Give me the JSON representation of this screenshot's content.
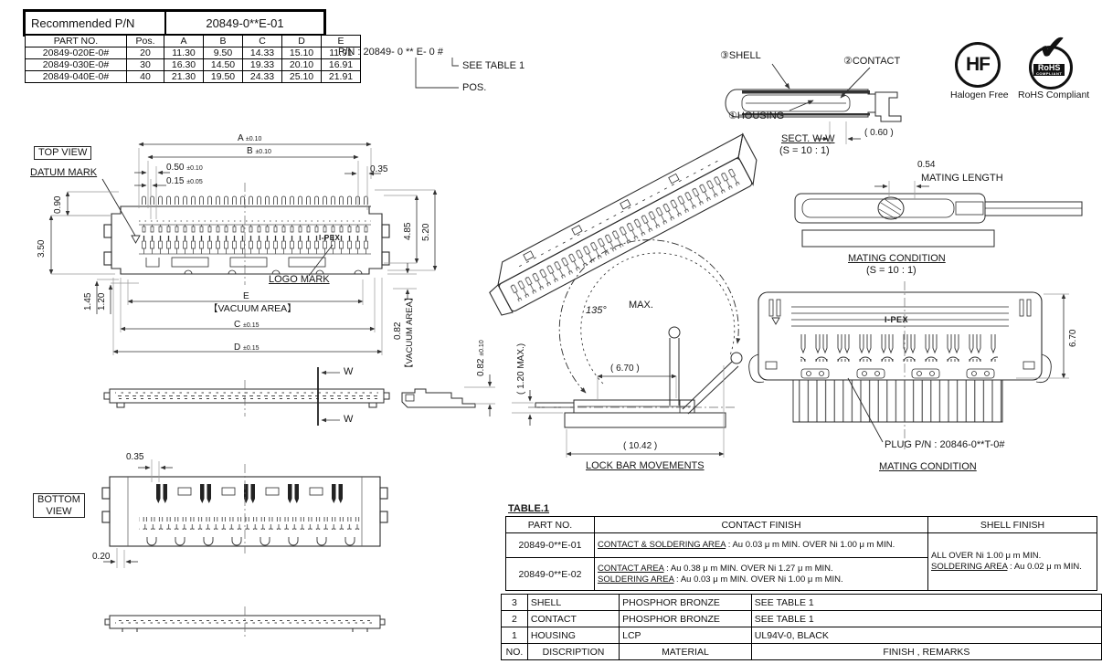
{
  "pn_box": {
    "title": "Recommended P/N",
    "value": "20849-0**E-01"
  },
  "pn_table": {
    "headers": [
      "PART NO.",
      "Pos.",
      "A",
      "B",
      "C",
      "D",
      "E"
    ],
    "rows": [
      [
        "20849-020E-0#",
        "20",
        "11.30",
        "9.50",
        "14.33",
        "15.10",
        "11.91"
      ],
      [
        "20849-030E-0#",
        "30",
        "16.30",
        "14.50",
        "19.33",
        "20.10",
        "16.91"
      ],
      [
        "20849-040E-0#",
        "40",
        "21.30",
        "19.50",
        "24.33",
        "25.10",
        "21.91"
      ]
    ]
  },
  "pn_note": {
    "text": "P/N : 20849- 0 ** E- 0 #",
    "see_table": "SEE TABLE 1",
    "pos": "POS."
  },
  "cert": {
    "hf_text": "HF",
    "hf_label": "Halogen Free",
    "rohs_text": "RoHS",
    "rohs_sub": "COMPLIANT",
    "rohs_check": "✔",
    "rohs_label": "RoHS Compliant"
  },
  "sect": {
    "shell": "③SHELL",
    "contact": "②CONTACT",
    "housing": "①HOUSING",
    "dim": "( 0.60 )",
    "title": "SECT. W-W",
    "scale": "(S = 10 : 1)"
  },
  "top_view": {
    "label": "TOP VIEW",
    "datum": "DATUM MARK",
    "dim_a": "A",
    "dim_a_tol": "±0.10",
    "dim_b": "B",
    "dim_b_tol": "±0.10",
    "dim_050": "0.50",
    "tol_050": "±0.10",
    "dim_015": "0.15",
    "tol_015": "±0.05",
    "dim_035": "0.35",
    "dim_090": "0.90",
    "dim_350": "3.50",
    "dim_145": "1.45",
    "dim_120": "1.20",
    "dim_485": "4.85",
    "dim_520": "5.20",
    "logo": "I-PEX",
    "logo_mark": "LOGO MARK",
    "dim_e": "E",
    "vacuum_h": "【VACUUM AREA】",
    "dim_c": "C",
    "dim_c_tol": "±0.15",
    "dim_d": "D",
    "dim_d_tol": "±0.15",
    "dim_082": "0.82",
    "vacuum_v": "【VACUUM AREA】"
  },
  "side_view": {
    "w_top": "W",
    "w_bottom": "W"
  },
  "end_view": {
    "dim": "0.82",
    "tol": "±0.10"
  },
  "lock": {
    "angle": "135°",
    "max": "MAX.",
    "dim_h": "( 1.20 MAX.)",
    "dim_w1": "( 6.70 )",
    "dim_w2": "( 10.42 )",
    "title": "LOCK BAR MOVEMENTS"
  },
  "mating_side": {
    "dim": "0.54",
    "label": "MATING LENGTH",
    "title": "MATING CONDITION",
    "scale": "(S = 10 : 1)"
  },
  "mating_top": {
    "logo": "I-PEX",
    "dim": "6.70",
    "plug": "PLUG P/N : 20846-0**T-0#",
    "title": "MATING CONDITION"
  },
  "bottom_view": {
    "label_1": "BOTTOM",
    "label_2": "VIEW",
    "dim_035": "0.35",
    "dim_020": "0.20"
  },
  "table1": {
    "label": "TABLE.1",
    "headers": [
      "PART NO.",
      "CONTACT FINISH",
      "SHELL FINISH"
    ],
    "row1": {
      "pn": "20849-0**E-01",
      "u": "CONTACT & SOLDERING AREA",
      "rest": " : Au 0.03 μ m MIN. OVER Ni 1.00 μ m MIN."
    },
    "row2": {
      "pn": "20849-0**E-02",
      "l1_u": "CONTACT AREA",
      "l1_rest": " : Au 0.38 μ m MIN. OVER Ni 1.27 μ m MIN.",
      "l2_u": "SOLDERING AREA",
      "l2_rest": " : Au 0.03 μ m MIN. OVER Ni 1.00 μ m MIN."
    },
    "shell": {
      "l1": "ALL OVER Ni 1.00 μ m MIN.",
      "l2_u": "SOLDERING AREA",
      "l2_rest": " : Au 0.02 μ m MIN."
    }
  },
  "parts_table": {
    "rows": [
      [
        "3",
        "SHELL",
        "PHOSPHOR BRONZE",
        "SEE TABLE 1"
      ],
      [
        "2",
        "CONTACT",
        "PHOSPHOR BRONZE",
        "SEE TABLE 1"
      ],
      [
        "1",
        "HOUSING",
        "LCP",
        "UL94V-0, BLACK"
      ]
    ],
    "footer": [
      "NO.",
      "DISCRIPTION",
      "MATERIAL",
      "FINISH , REMARKS"
    ]
  }
}
